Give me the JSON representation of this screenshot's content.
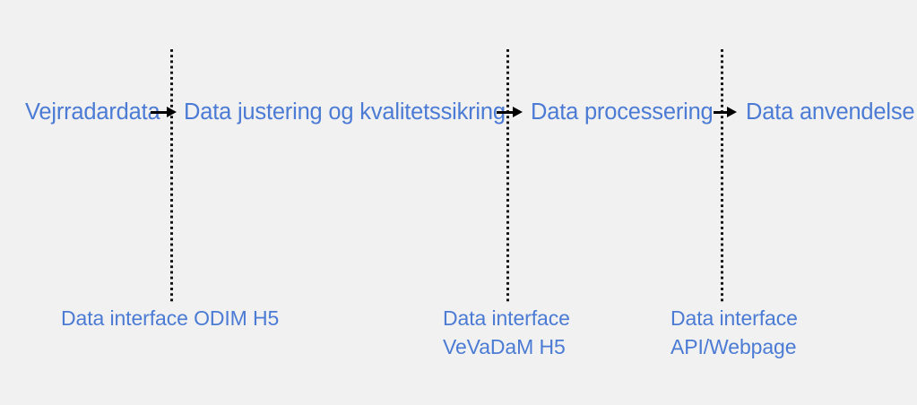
{
  "diagram": {
    "background_color": "#f1f1f1",
    "text_color": "#4b7bd4",
    "arrow_color": "#000000",
    "divider_color": "#111111",
    "stages": [
      {
        "label": "Vejrradardata"
      },
      {
        "label": "Data justering og kvalitetssikring"
      },
      {
        "label": "Data processering"
      },
      {
        "label": "Data anvendelse"
      }
    ],
    "interfaces": [
      {
        "lines": [
          "Data interface ODIM H5"
        ]
      },
      {
        "lines": [
          "Data interface",
          "VeVaDaM H5"
        ]
      },
      {
        "lines": [
          "Data interface",
          "API/Webpage"
        ]
      }
    ]
  }
}
